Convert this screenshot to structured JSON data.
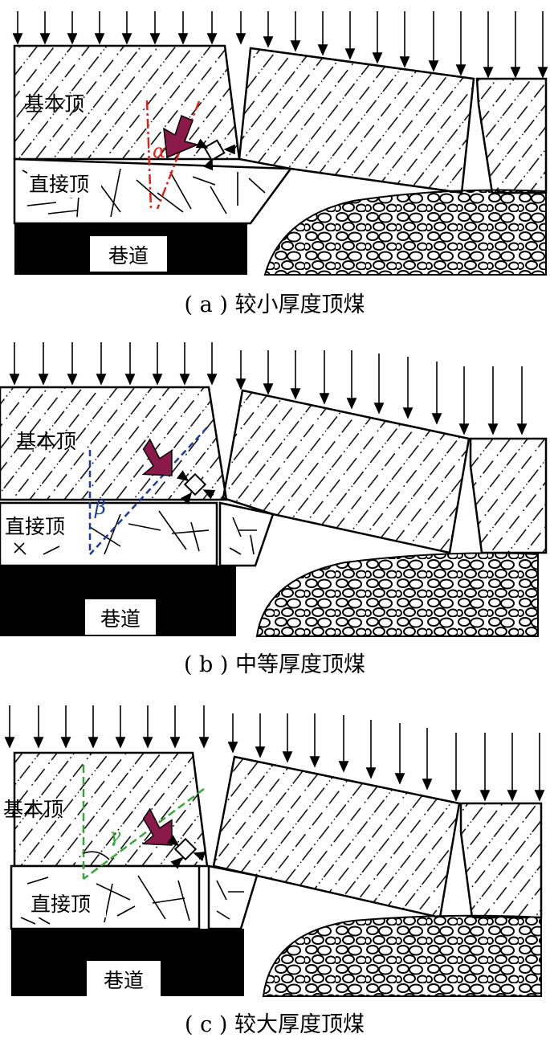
{
  "panels": [
    {
      "id": "a",
      "labels": {
        "main_roof": "基本顶",
        "immediate_roof": "直接顶",
        "roadway": "巷道"
      },
      "angle_symbol": "α",
      "angle_color": "#e0241c",
      "caption": "( a ) 较小厚度顶煤"
    },
    {
      "id": "b",
      "labels": {
        "main_roof": "基本顶",
        "immediate_roof": "直接顶",
        "roadway": "巷道"
      },
      "angle_symbol": "β",
      "angle_color": "#1f3c9a",
      "caption": "( b ) 中等厚度顶煤"
    },
    {
      "id": "c",
      "labels": {
        "main_roof": "基本顶",
        "immediate_roof": "直接顶",
        "roadway": "巷道"
      },
      "angle_symbol": "γ",
      "angle_color": "#3aa53a",
      "caption": "( c ) 较大厚度顶煤"
    }
  ],
  "colors": {
    "force_arrow": "#8b1a4a",
    "line": "#000000"
  }
}
